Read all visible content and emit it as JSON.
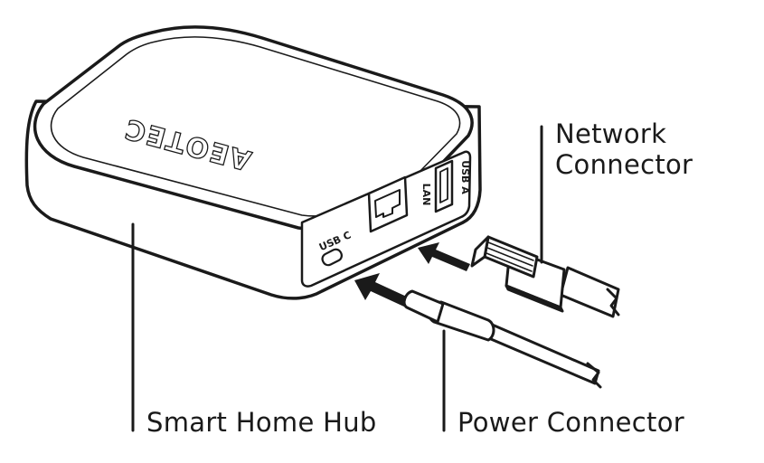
{
  "brand_logo_text": "AEOTEC",
  "ports": {
    "usb_c": "USB C",
    "lan": "LAN",
    "usb_a": "USB A"
  },
  "labels": {
    "network_connector_line1": "Network",
    "network_connector_line2": "Connector",
    "smart_home_hub": "Smart Home Hub",
    "power_connector": "Power Connector"
  },
  "colors": {
    "line": "#1a1a1a",
    "fill": "#ffffff"
  }
}
